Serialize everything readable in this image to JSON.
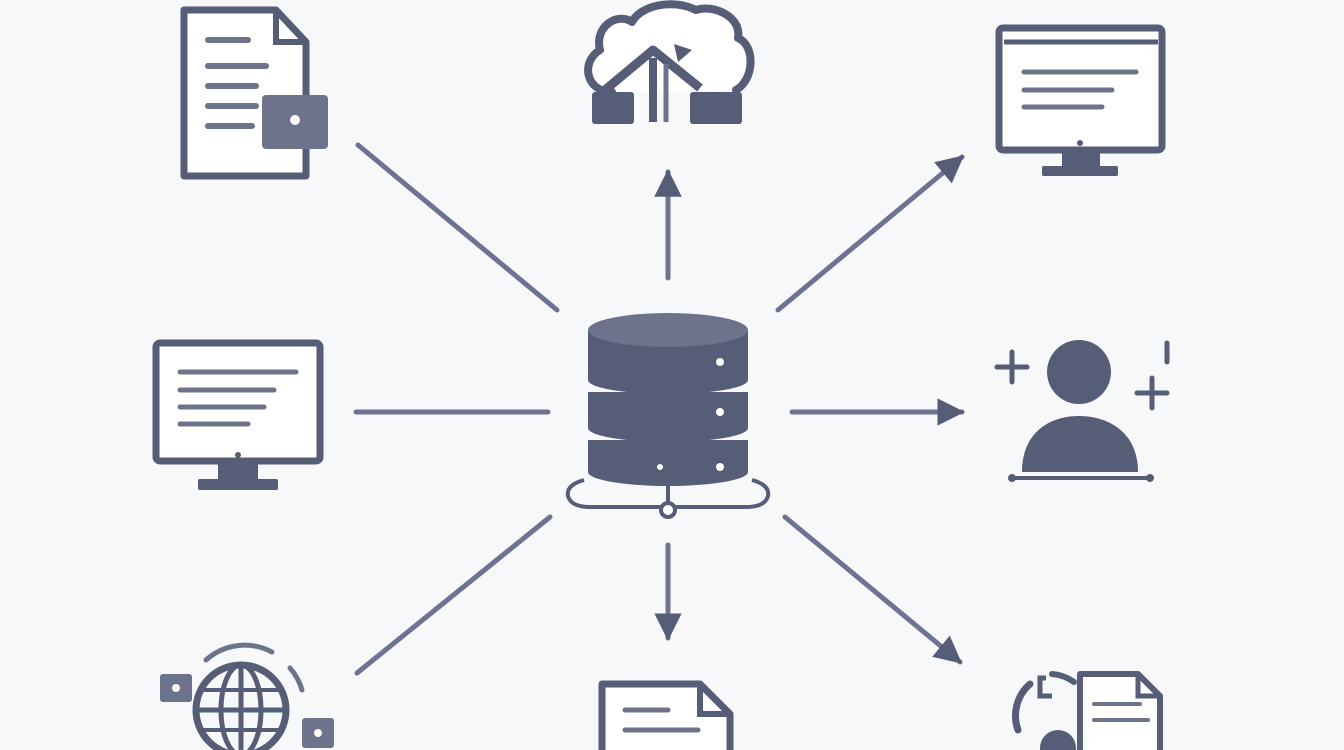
{
  "colors": {
    "background": "#f7f8fa",
    "icon": "#565d76",
    "icon_light": "#6d738b",
    "connector": "#6d7390",
    "paper": "#ffffff"
  },
  "hub": {
    "icon": "database-server-icon"
  },
  "nodes": [
    {
      "id": "top-left",
      "icon": "document-lock-icon"
    },
    {
      "id": "top",
      "icon": "cloud-upload-icon"
    },
    {
      "id": "top-right",
      "icon": "desktop-monitor-icon"
    },
    {
      "id": "left",
      "icon": "desktop-monitor-icon"
    },
    {
      "id": "right",
      "icon": "add-user-icon"
    },
    {
      "id": "bottom-left",
      "icon": "globe-network-icon"
    },
    {
      "id": "bottom",
      "icon": "document-icon"
    },
    {
      "id": "bottom-right",
      "icon": "security-document-icon"
    }
  ],
  "connectors": [
    {
      "from": "top-left",
      "to": "hub",
      "arrow": false
    },
    {
      "from": "hub",
      "to": "top",
      "arrow": true
    },
    {
      "from": "hub",
      "to": "top-right",
      "arrow": true
    },
    {
      "from": "left",
      "to": "hub",
      "arrow": false
    },
    {
      "from": "hub",
      "to": "right",
      "arrow": true
    },
    {
      "from": "bottom-left",
      "to": "hub",
      "arrow": false
    },
    {
      "from": "hub",
      "to": "bottom",
      "arrow": true
    },
    {
      "from": "hub",
      "to": "bottom-right",
      "arrow": true
    }
  ]
}
